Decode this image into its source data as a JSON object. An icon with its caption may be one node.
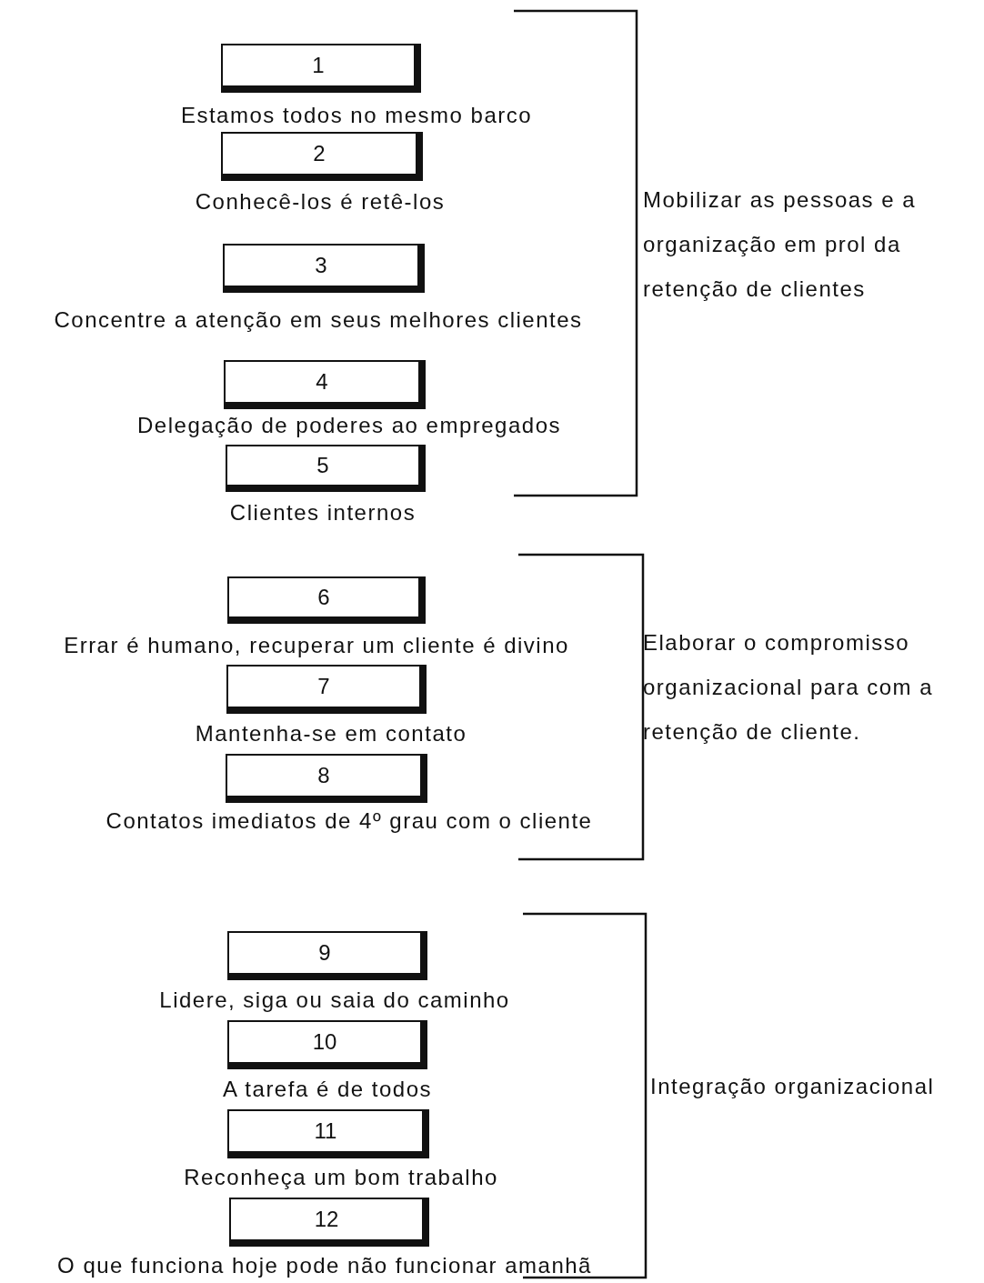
{
  "diagram": {
    "nodes": [
      {
        "text": [
          "1"
        ],
        "beside": [
          "Estamos todos no mesmo barco"
        ]
      },
      {
        "text": [
          "2"
        ],
        "beside": [
          "Conhecê-los é retê-los"
        ]
      },
      {
        "text": [
          "3"
        ],
        "beside": [
          "Concentre a atenção em seus melhores clientes"
        ]
      },
      {
        "text": [
          "4"
        ],
        "beside": [
          "Delegação de poderes ao empregados"
        ]
      },
      {
        "text": [
          "5"
        ],
        "beside": [
          "Clientes internos"
        ]
      },
      {
        "text": [
          "6"
        ],
        "beside": [
          "Errar é humano, recuperar um cliente é divino"
        ]
      },
      {
        "text": [
          "7"
        ],
        "beside": [
          "Mantenha-se em contato"
        ]
      },
      {
        "text": [
          "8"
        ],
        "beside": [
          "Contatos imediatos de 4º grau com o cliente"
        ]
      },
      {
        "text": [
          "9"
        ],
        "beside": [
          "Lidere, siga ou saia do caminho"
        ]
      },
      {
        "text": [
          "10"
        ],
        "beside": [
          "A tarefa é de todos"
        ]
      },
      {
        "text": [
          "11"
        ],
        "beside": [
          "Reconheça um bom trabalho"
        ]
      },
      {
        "text": [
          "12"
        ],
        "beside": [
          "O que funciona hoje pode não funcionar amanhã"
        ]
      }
    ],
    "labels": [
      "Mobilizar as pessoas e a organização em prol da retenção de clientes",
      "Elaborar o compromisso organizacional para com a retenção de cliente.",
      "Integração organizacional"
    ]
  }
}
